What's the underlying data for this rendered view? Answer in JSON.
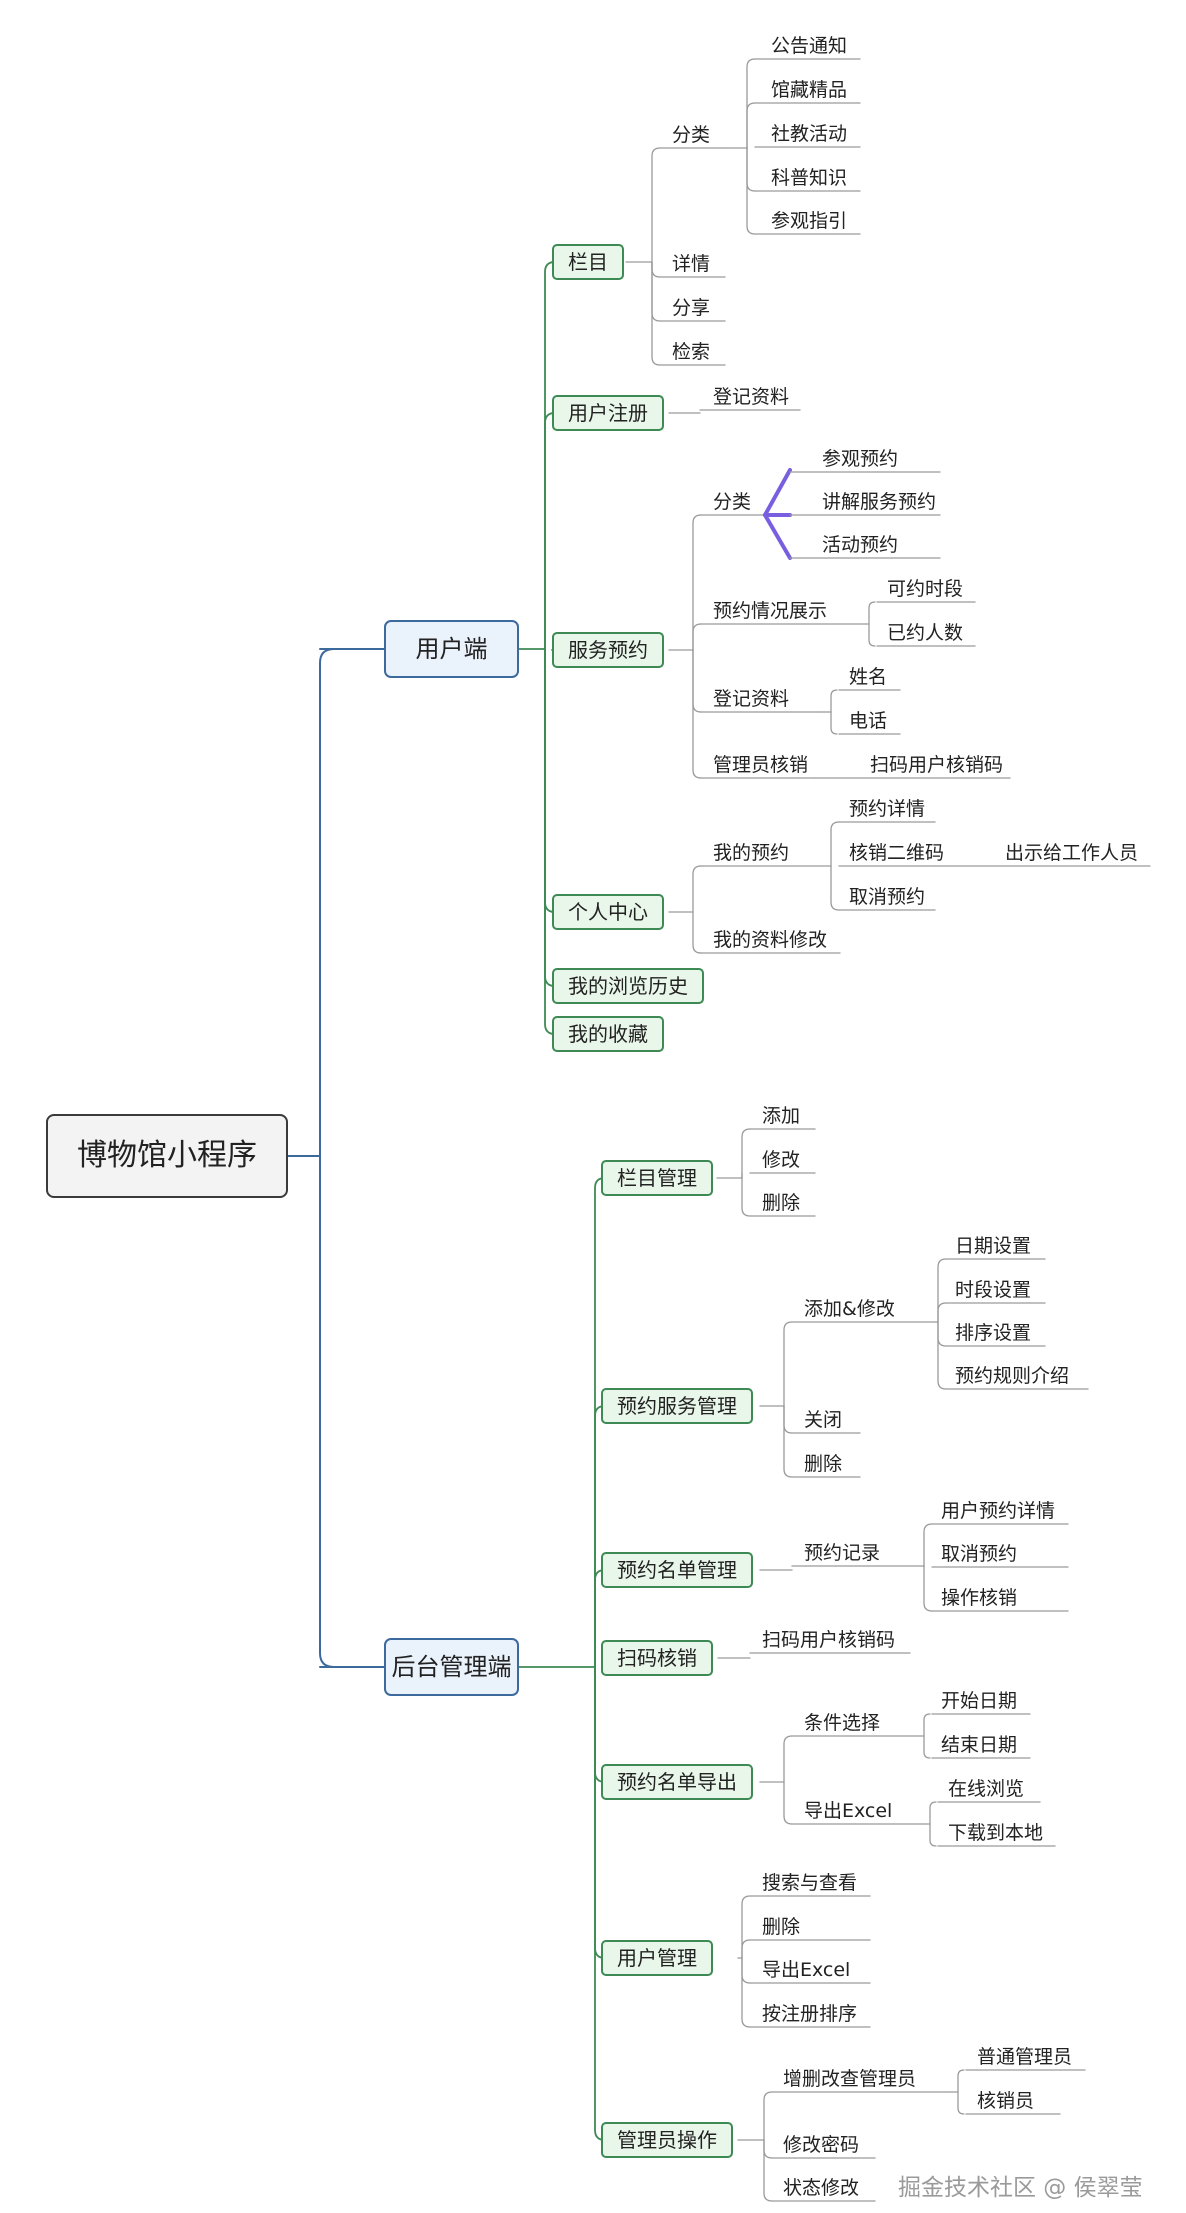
{
  "root": "博物馆小程序",
  "user_side": {
    "label": "用户端",
    "column": {
      "label": "栏目",
      "category_label": "分类",
      "categories": [
        "公告通知",
        "馆藏精品",
        "社教活动",
        "科普知识",
        "参观指引"
      ],
      "detail": "详情",
      "share": "分享",
      "search": "检索"
    },
    "register": {
      "label": "用户注册",
      "info": "登记资料"
    },
    "service": {
      "label": "服务预约",
      "category_label": "分类",
      "categories": [
        "参观预约",
        "讲解服务预约",
        "活动预约"
      ],
      "display_label": "预约情况展示",
      "display_items": [
        "可约时段",
        "已约人数"
      ],
      "info_label": "登记资料",
      "info_items": [
        "姓名",
        "电话"
      ],
      "admin_label": "管理员核销",
      "admin_item": "扫码用户核销码"
    },
    "personal": {
      "label": "个人中心",
      "my_booking": "我的预约",
      "booking_items": [
        "预约详情",
        "核销二维码",
        "取消预约"
      ],
      "qr_action": "出示给工作人员",
      "profile_edit": "我的资料修改"
    },
    "history": "我的浏览历史",
    "favorites": "我的收藏"
  },
  "admin_side": {
    "label": "后台管理端",
    "column_mgmt": {
      "label": "栏目管理",
      "items": [
        "添加",
        "修改",
        "删除"
      ]
    },
    "service_mgmt": {
      "label": "预约服务管理",
      "add_edit": "添加&修改",
      "add_edit_items": [
        "日期设置",
        "时段设置",
        "排序设置",
        "预约规则介绍"
      ],
      "close": "关闭",
      "delete": "删除"
    },
    "list_mgmt": {
      "label": "预约名单管理",
      "record": "预约记录",
      "record_items": [
        "用户预约详情",
        "取消预约",
        "操作核销"
      ]
    },
    "scan": {
      "label": "扫码核销",
      "item": "扫码用户核销码"
    },
    "export": {
      "label": "预约名单导出",
      "condition": "条件选择",
      "condition_items": [
        "开始日期",
        "结束日期"
      ],
      "excel": "导出Excel",
      "excel_items": [
        "在线浏览",
        "下载到本地"
      ]
    },
    "user_mgmt": {
      "label": "用户管理",
      "items": [
        "搜索与查看",
        "删除",
        "导出Excel",
        "按注册排序"
      ]
    },
    "admin_ops": {
      "label": "管理员操作",
      "crud": "增删改查管理员",
      "crud_items": [
        "普通管理员",
        "核销员"
      ],
      "password": "修改密码",
      "status": "状态修改"
    }
  },
  "watermark": "掘金技术社区 @ 侯翠莹",
  "colors": {
    "main_border": "#3d6a9c",
    "branch_border": "#3e8a54",
    "accent_purple": "#7a5ee0",
    "underline": "#9a9a9a"
  }
}
